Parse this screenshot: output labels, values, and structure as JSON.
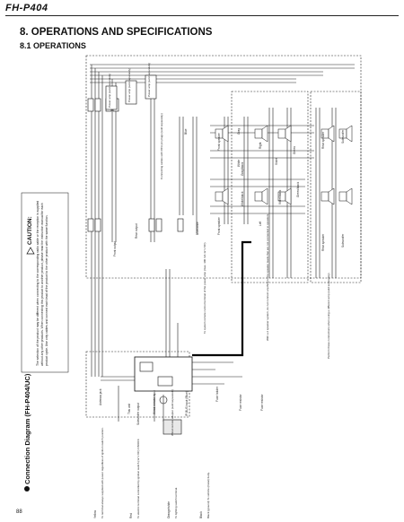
{
  "header": {
    "model": "FH-P404",
    "section_title": "8. OPERATIONS AND SPECIFICATIONS",
    "subsection_title": "8.1 OPERATIONS",
    "page_number": "88"
  },
  "diagram": {
    "title": "Connection Diagram (FH-P404/UC)",
    "caution": {
      "heading": "CAUTION:",
      "text": "The selection of the product may be different when connecting to the corresponding radio cable or the reception is supplied without any other products. When connecting this product to another product, please read the instruction manual for each product cycle. Use only cables and connect each lead of the product to the other product with the same function."
    },
    "labels": {
      "rear_output": "Rear output",
      "front_output": "Front output",
      "power_amp_1": "Power amp (sold separately)",
      "power_amp_2": "Power amp (sold separately)",
      "power_amp_3": "Power amp (sold separately)",
      "connecting_cables": "Connecting cables with RCA pin plugs (sold separately)",
      "blue": "Blue",
      "blue_white": "Blue/white",
      "system_remote": "To system remote control terminal of the power amp (max. 300 mA 12 V DC).",
      "front_speaker_l": "Front speaker",
      "front_speaker_r": "Front speaker",
      "rear_speaker_l": "Rear speaker",
      "rear_speaker_r": "Rear speaker",
      "subwoofer_l": "Subwoofer",
      "subwoofer_r": "Subwoofer",
      "left": "Left",
      "right": "Right",
      "white": "White",
      "white_black": "White/black",
      "gray": "Gray",
      "gray_black": "Gray/black",
      "violet": "Violet",
      "violet_black": "Violet/black",
      "green": "Green",
      "green_black": "Green/black",
      "speaker_note": "With a 2 speaker system, do not connect anything to the speaker leads that are not connected to speakers.",
      "perform_note": "Perform these connections when using a different amp (sold separately).",
      "antenna_jack": "Antenna jack",
      "this_unit": "This unit",
      "subwoofer_output": "Subwoofer output",
      "wired_remote_input": "Wired remote input",
      "wired_remote_adapter": "Wired remote adapter (sold separately)",
      "ip_bus_input": "IP-BUS input (Blue)",
      "fuse_holder": "Fuse holder",
      "fuse_resistor_1": "Fuse resistor",
      "fuse_resistor_2": "Fuse resistor",
      "black": "Black",
      "ground_note": "Black (ground) To vehicle (metal) body.",
      "yellow": "Yellow",
      "yellow_note": "To terminal always supplied with power regardless of ignition switch position.",
      "red": "Red",
      "red_note": "To electric terminal controlled by ignition switch (12 V DC) ON/OFF.",
      "orange_white": "Orange/white",
      "orange_white_note": "To lighting switch terminal."
    }
  }
}
